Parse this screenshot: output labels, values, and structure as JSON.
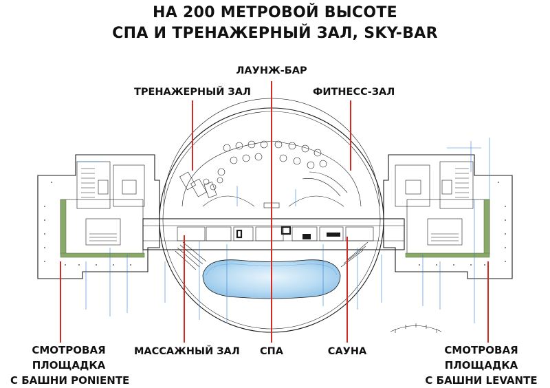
{
  "header": {
    "line1": "НА 200 МЕТРОВОЙ ВЫСОТЕ",
    "line2": "СПА И ТРЕНАЖЕРНЫЙ ЗАЛ, SKY-BAR"
  },
  "labels": {
    "lounge_bar": "ЛАУНЖ-БАР",
    "gym": "ТРЕНАЖЕРНЫЙ ЗАЛ",
    "fitness": "ФИТНЕСС-ЗАЛ",
    "massage": "МАССАЖНЫЙ ЗАЛ",
    "spa": "СПА",
    "sauna": "САУНА",
    "deck_poniente": {
      "line1": "СМОТРОВАЯ",
      "line2": "ПЛОЩАДКА",
      "line3": "С БАШНИ PONIENTE"
    },
    "deck_levante": {
      "line1": "СМОТРОВАЯ",
      "line2": "ПЛОЩАДКА",
      "line3": "С БАШНИ LEVANTE"
    }
  },
  "colors": {
    "callout": "#d32a1f",
    "annotation": "#2f7fd6",
    "planting": "#8aa86a",
    "pool": "#a9d3ef"
  }
}
